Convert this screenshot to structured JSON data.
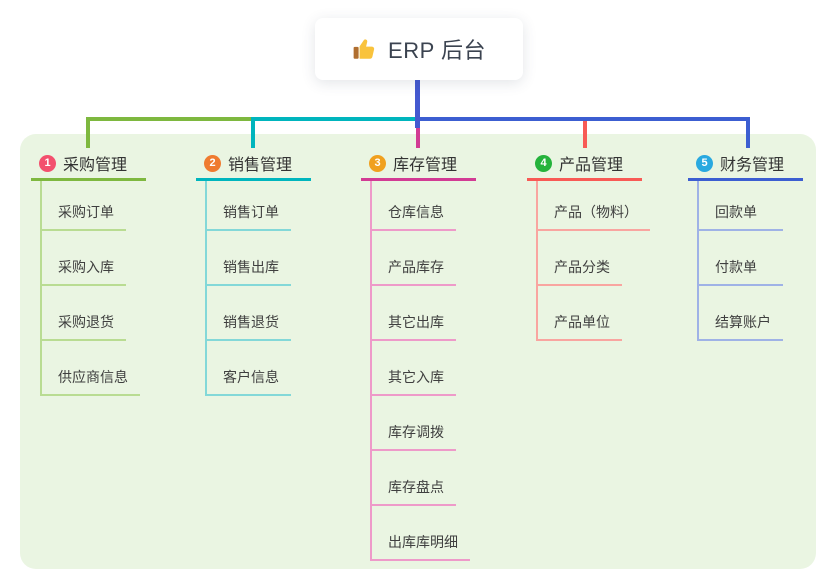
{
  "root": {
    "label": "ERP 后台",
    "icon": "thumbs-up-icon",
    "connector_color": "#4459d0"
  },
  "panel": {
    "background": "#eaf5e2"
  },
  "branches": [
    {
      "badge": "1",
      "label": "采购管理",
      "badge_color": "#f3506e",
      "line_color": "#7eb83f",
      "light_color": "#b9dc92",
      "items": [
        "采购订单",
        "采购入库",
        "采购退货",
        "供应商信息"
      ]
    },
    {
      "badge": "2",
      "label": "销售管理",
      "badge_color": "#ef7b30",
      "line_color": "#00b5bd",
      "light_color": "#83d8d8",
      "items": [
        "销售订单",
        "销售出库",
        "销售退货",
        "客户信息"
      ]
    },
    {
      "badge": "3",
      "label": "库存管理",
      "badge_color": "#f0a01e",
      "line_color": "#d23b94",
      "light_color": "#ee9ac9",
      "items": [
        "仓库信息",
        "产品库存",
        "其它出库",
        "其它入库",
        "库存调拨",
        "库存盘点",
        "出库库明细"
      ]
    },
    {
      "badge": "4",
      "label": "产品管理",
      "badge_color": "#25b33c",
      "line_color": "#f85a55",
      "light_color": "#f9a5a0",
      "items": [
        "产品（物料）",
        "产品分类",
        "产品单位"
      ]
    },
    {
      "badge": "5",
      "label": "财务管理",
      "badge_color": "#29a9e0",
      "line_color": "#3c5ed1",
      "light_color": "#9fb2e6",
      "items": [
        "回款单",
        "付款单",
        "结算账户"
      ]
    }
  ]
}
